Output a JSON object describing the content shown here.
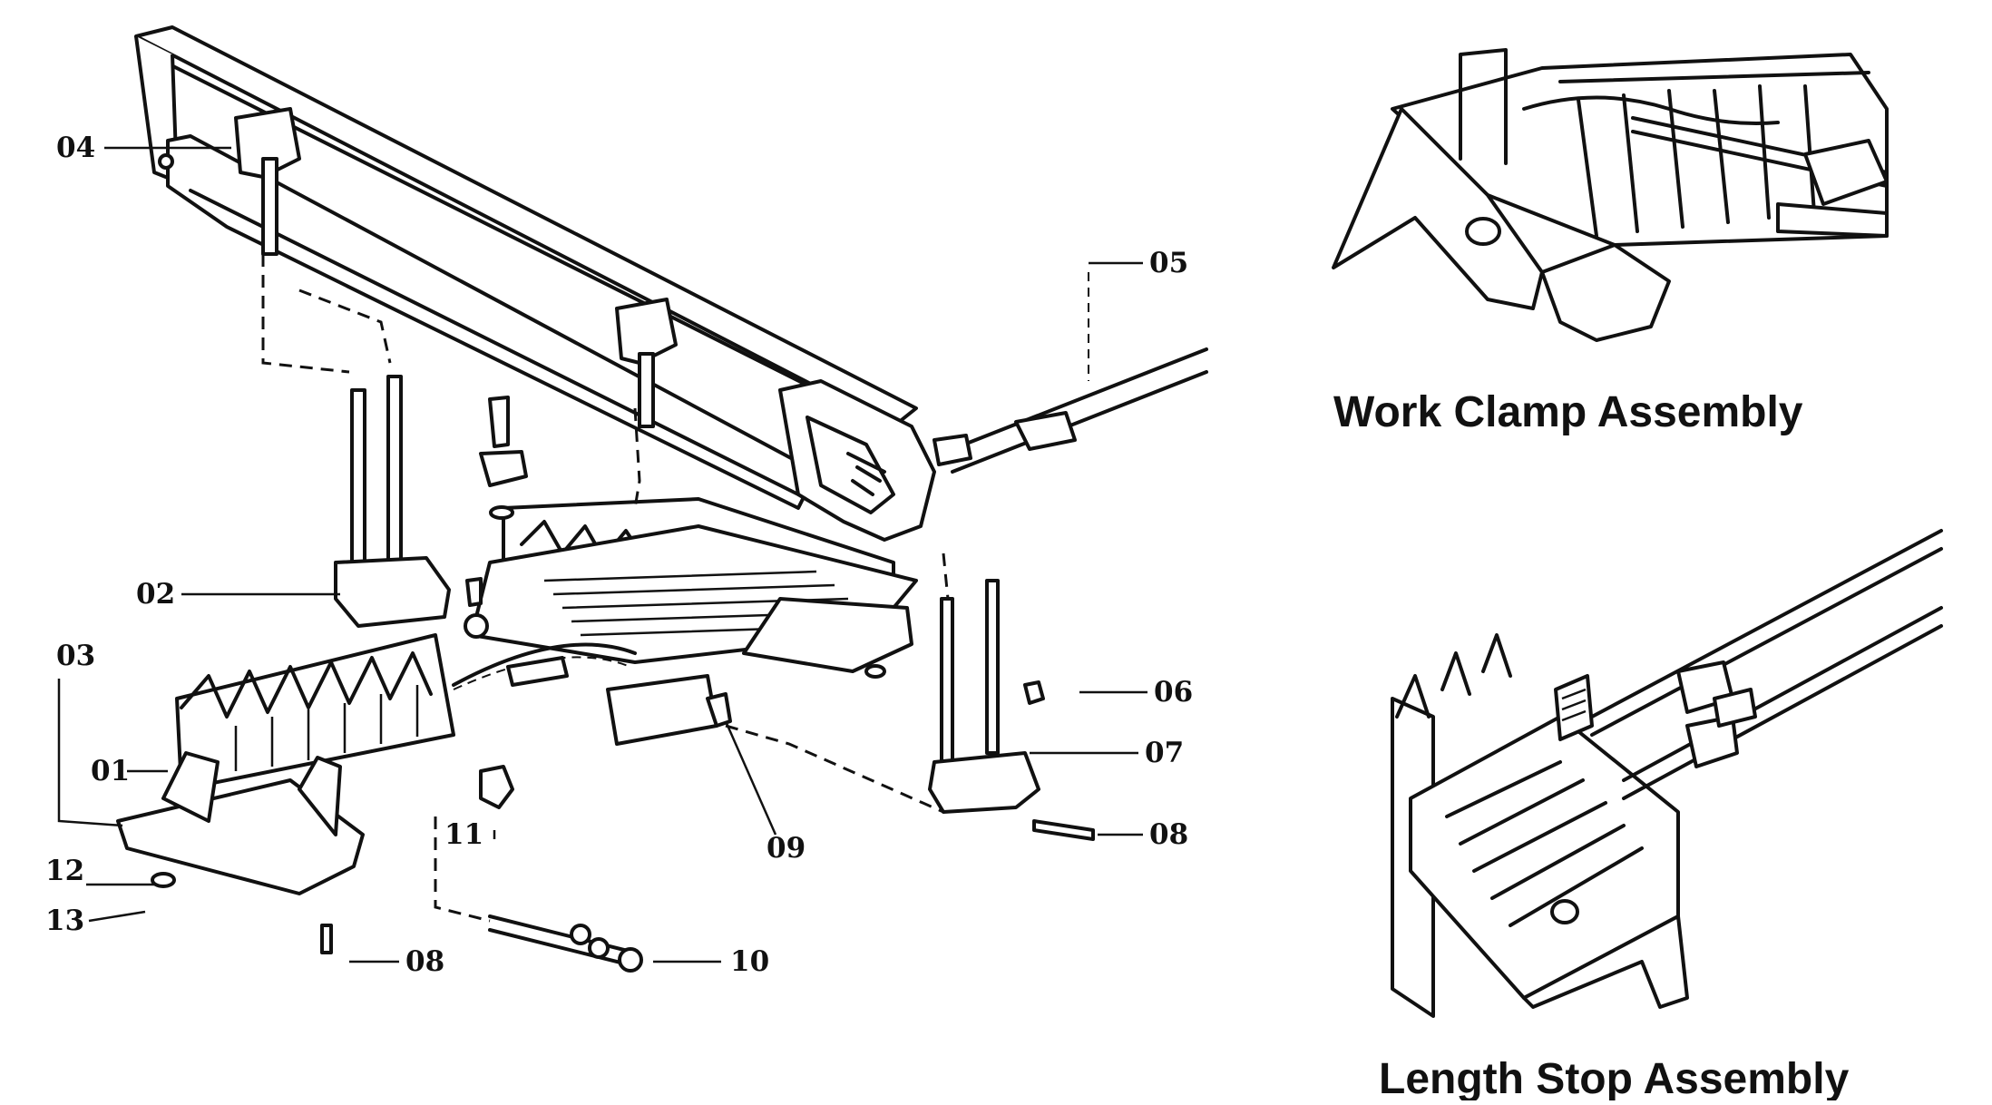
{
  "diagram": {
    "part_labels": [
      "04",
      "05",
      "02",
      "06",
      "03",
      "07",
      "01",
      "08",
      "09",
      "11",
      "12",
      "13",
      "08",
      "10"
    ],
    "captions": {
      "work_clamp": "Work Clamp Assembly",
      "length_stop": "Length Stop Assembly"
    }
  }
}
